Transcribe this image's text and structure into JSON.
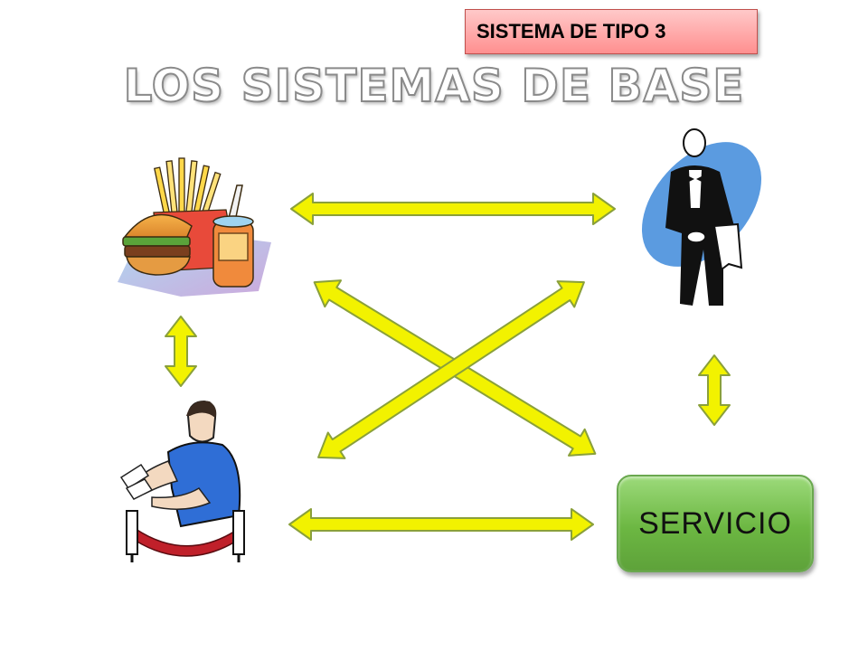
{
  "header": {
    "tag_label": "SISTEMA DE TIPO 3",
    "title": "LOS SISTEMAS DE BASE"
  },
  "nodes": {
    "food": {
      "icon": "food-icon"
    },
    "waiter": {
      "icon": "waiter-icon"
    },
    "cashier": {
      "icon": "cashier-icon"
    },
    "service": {
      "label": "SERVICIO"
    }
  },
  "colors": {
    "arrow_fill": "#f2f200",
    "arrow_stroke": "#8aa03a",
    "tag_fill": "#ff9e9e",
    "service_fill": "#6cb742"
  }
}
